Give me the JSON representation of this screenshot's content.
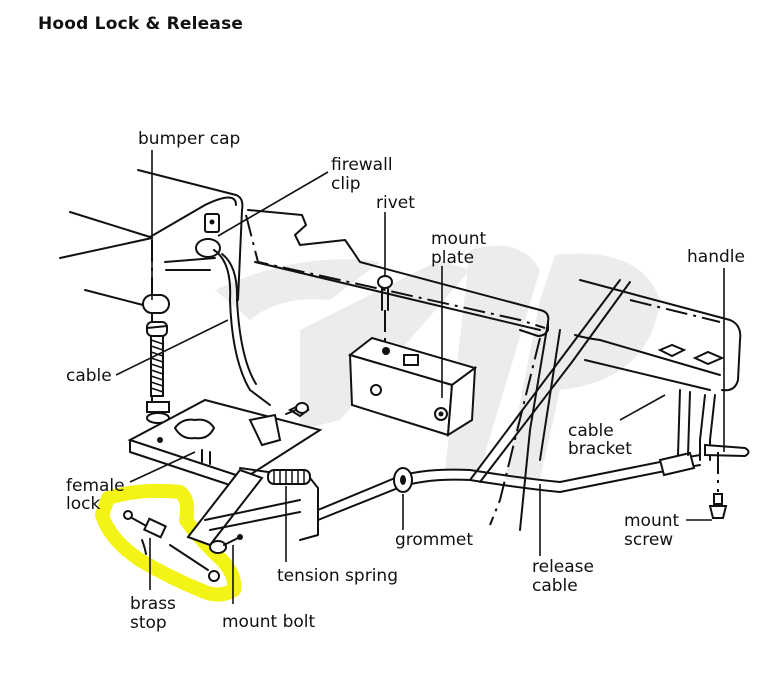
{
  "title": "Hood Lock & Release",
  "highlight_color": "#f2f20a",
  "watermark_color": "#ececec",
  "labels": {
    "bumper_cap": "bumper cap",
    "firewall_clip": [
      "firewall",
      "clip"
    ],
    "rivet": "rivet",
    "mount_plate": [
      "mount",
      "plate"
    ],
    "handle": "handle",
    "cable": "cable",
    "cable_bracket": [
      "cable",
      "bracket"
    ],
    "female_lock": [
      "female",
      "lock"
    ],
    "mount_screw": [
      "mount",
      "screw"
    ],
    "grommet": "grommet",
    "release_cable": [
      "release",
      "cable"
    ],
    "tension_spring": "tension spring",
    "brass_stop": [
      "brass",
      "stop"
    ],
    "mount_bolt": "mount bolt"
  }
}
